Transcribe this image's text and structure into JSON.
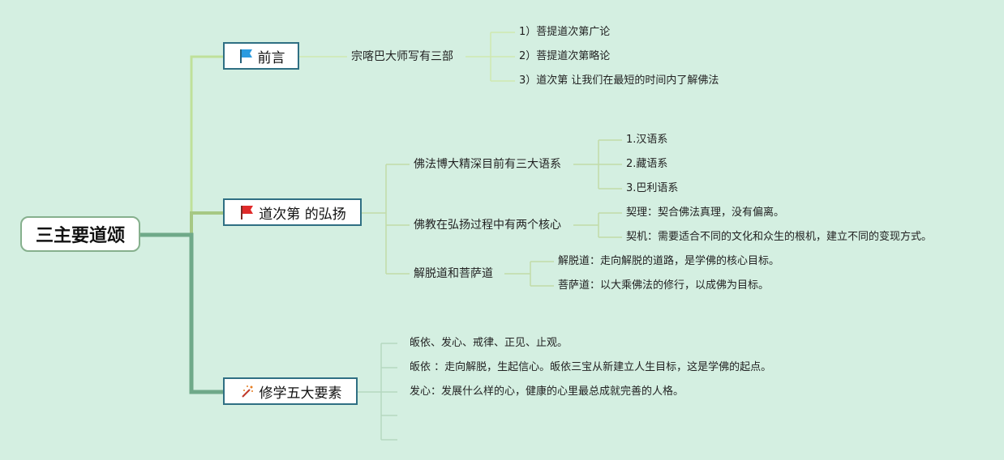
{
  "root": {
    "label": "三主要道颂"
  },
  "branches": [
    {
      "label": "前言",
      "icon": "blue-flag-icon",
      "children": [
        {
          "label": "宗喀巴大师写有三部",
          "items": [
            "1）菩提道次第广论",
            "2）菩提道次第略论",
            "3）道次第 让我们在最短的时间内了解佛法"
          ]
        }
      ]
    },
    {
      "label": "道次第 的弘扬",
      "icon": "red-flag-icon",
      "children": [
        {
          "label": "佛法博大精深目前有三大语系",
          "items": [
            "1.汉语系",
            "2.藏语系",
            "3.巴利语系"
          ]
        },
        {
          "label": "佛教在弘扬过程中有两个核心",
          "items": [
            "契理：契合佛法真理，没有偏离。",
            "契机：需要适合不同的文化和众生的根机，建立不同的变现方式。"
          ]
        },
        {
          "label": "解脱道和菩萨道",
          "items": [
            "解脱道：走向解脱的道路，是学佛的核心目标。",
            "菩萨道：以大乘佛法的修行，以成佛为目标。"
          ]
        }
      ]
    },
    {
      "label": "修学五大要素",
      "icon": "magic-wand-icon",
      "items": [
        "皈依、发心、戒律、正见、止观。",
        "皈依 ：走向解脱，生起信心。皈依三宝从新建立人生目标，这是学佛的起点。",
        "发心：发展什么样的心，健康的心里最总成就完善的人格。",
        "",
        ""
      ]
    }
  ],
  "colors": {
    "background": "#d4efe1",
    "branch_intro": "#bfe19a",
    "branch_promote": "#a6c884",
    "branch_study": "#6fa989",
    "main_border": "#2f6f83",
    "root_border": "#86b08d"
  }
}
